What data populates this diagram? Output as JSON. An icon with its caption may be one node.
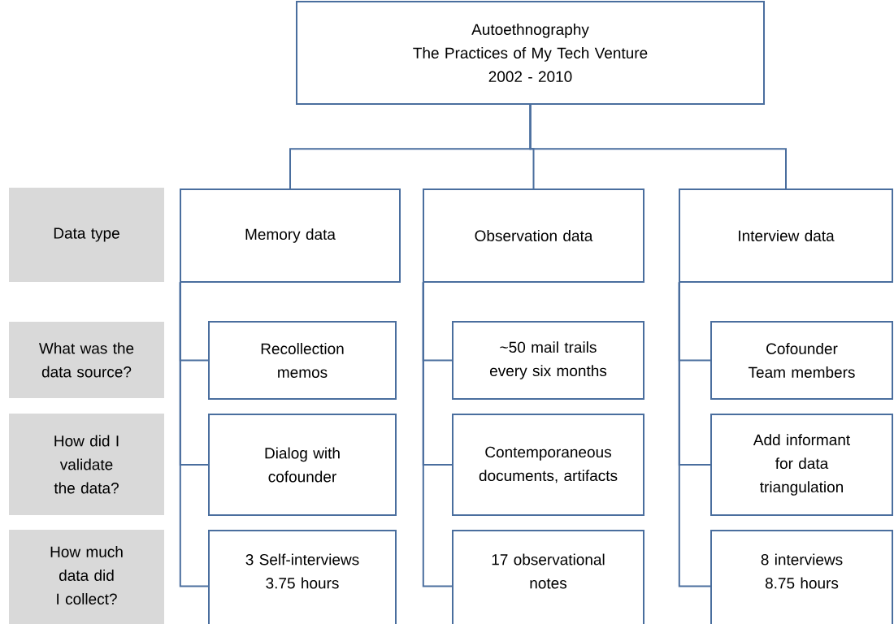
{
  "diagram": {
    "nodes": [
      {
        "text": [
          "Autoethnography",
          "The Practices of My Tech Venture",
          "2002 - 2010"
        ]
      },
      {
        "text": [
          "Memory data"
        ]
      },
      {
        "text": [
          "Observation data"
        ]
      },
      {
        "text": [
          "Interview data"
        ]
      },
      {
        "text": [
          "Recollection memos"
        ]
      },
      {
        "text": [
          "Dialog with cofounder"
        ]
      },
      {
        "text": [
          "3 Self-interviews",
          "3.75 hours"
        ]
      },
      {
        "text": [
          "~50 mail trails every six months"
        ]
      },
      {
        "text": [
          "Contemporaneous documents, artifacts"
        ]
      },
      {
        "text": [
          "17 observational notes"
        ]
      },
      {
        "text": [
          "Cofounder",
          "Team members"
        ]
      },
      {
        "text": [
          "Add informant for data triangulation"
        ]
      },
      {
        "text": [
          "8 interviews",
          "8.75 hours"
        ]
      },
      {
        "text": [
          "Data type"
        ]
      },
      {
        "text": [
          "What was the data source?"
        ]
      },
      {
        "text": [
          "How did I validate the data?"
        ]
      },
      {
        "text": [
          "How much data did I collect?"
        ]
      }
    ],
    "edges": [
      {
        "from": 0,
        "to": 1,
        "arrow": "none"
      },
      {
        "from": 0,
        "to": 2,
        "arrow": "none"
      },
      {
        "from": 0,
        "to": 3,
        "arrow": "none"
      },
      {
        "from": 1,
        "to": 4,
        "arrow": "none"
      },
      {
        "from": 1,
        "to": 5,
        "arrow": "none"
      },
      {
        "from": 1,
        "to": 6,
        "arrow": "none"
      },
      {
        "from": 2,
        "to": 7,
        "arrow": "none"
      },
      {
        "from": 2,
        "to": 8,
        "arrow": "none"
      },
      {
        "from": 2,
        "to": 9,
        "arrow": "none"
      },
      {
        "from": 3,
        "to": 10,
        "arrow": "none"
      },
      {
        "from": 3,
        "to": 11,
        "arrow": "none"
      },
      {
        "from": 3,
        "to": 12,
        "arrow": "none"
      }
    ]
  }
}
